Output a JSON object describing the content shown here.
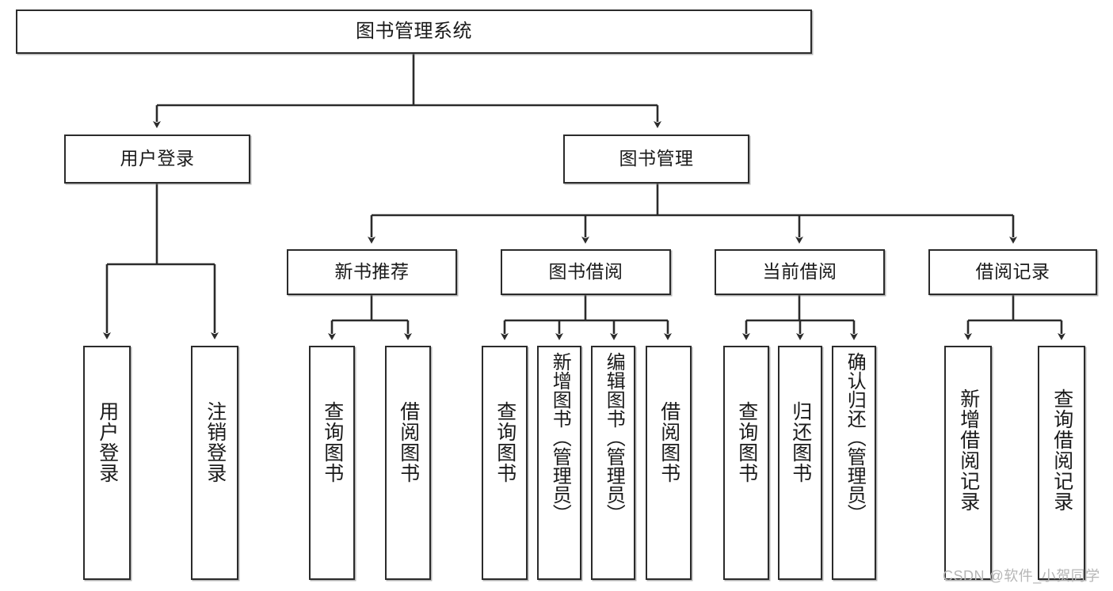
{
  "diagram": {
    "title": "图书管理系统",
    "type": "hierarchy-tree",
    "root": {
      "id": "root",
      "label": "图书管理系统"
    },
    "level2": [
      {
        "id": "user-login",
        "label": "用户登录"
      },
      {
        "id": "book-manage",
        "label": "图书管理"
      }
    ],
    "level3": [
      {
        "id": "new-book-recommend",
        "label": "新书推荐"
      },
      {
        "id": "book-borrow",
        "label": "图书借阅"
      },
      {
        "id": "current-borrow",
        "label": "当前借阅"
      },
      {
        "id": "borrow-record",
        "label": "借阅记录"
      }
    ],
    "leaves": {
      "user_login": [
        {
          "id": "leaf-user-login",
          "label": "用户登录"
        },
        {
          "id": "leaf-logout-login",
          "label": "注销登录"
        }
      ],
      "new_book_recommend": [
        {
          "id": "leaf-query-book-1",
          "label": "查询图书"
        },
        {
          "id": "leaf-borrow-book-1",
          "label": "借阅图书"
        }
      ],
      "book_borrow": [
        {
          "id": "leaf-query-book-2",
          "label": "查询图书"
        },
        {
          "id": "leaf-add-book",
          "label": "新增图书（管理员）"
        },
        {
          "id": "leaf-edit-book",
          "label": "编辑图书（管理员）"
        },
        {
          "id": "leaf-borrow-book-2",
          "label": "借阅图书"
        }
      ],
      "current_borrow": [
        {
          "id": "leaf-query-book-3",
          "label": "查询图书"
        },
        {
          "id": "leaf-return-book",
          "label": "归还图书"
        },
        {
          "id": "leaf-confirm-return",
          "label": "确认归还（管理员）"
        }
      ],
      "borrow_record": [
        {
          "id": "leaf-add-record",
          "label": "新增借阅记录"
        },
        {
          "id": "leaf-query-record",
          "label": "查询借阅记录"
        }
      ]
    }
  },
  "watermark": {
    "text": "CSDN @软件_小贺同学"
  },
  "colors": {
    "stroke": "#2b2b2b",
    "fill": "#ffffff",
    "text": "#1a1a1a",
    "watermark": "#b6b6b6"
  }
}
